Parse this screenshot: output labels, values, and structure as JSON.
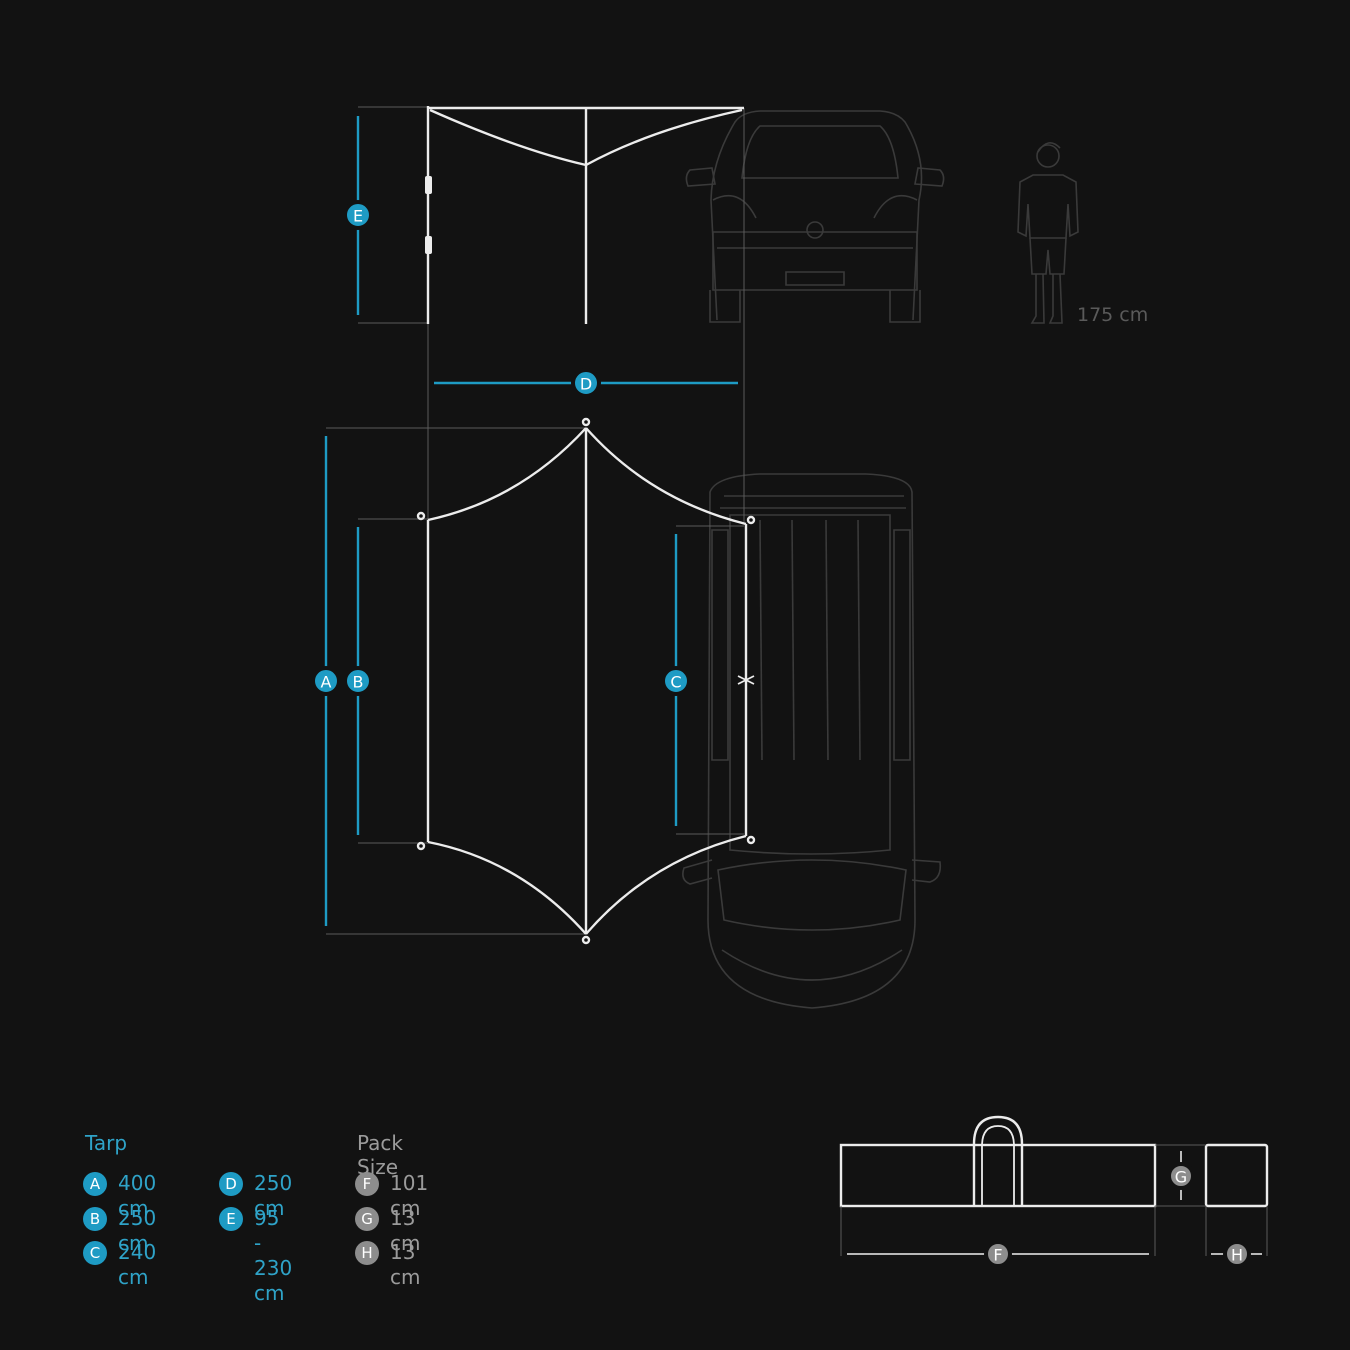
{
  "colors": {
    "background": "#121212",
    "accent_blue": "#1e9bc4",
    "accent_text_blue": "#2fa3c8",
    "pack_gray": "#8d8d8d",
    "line_white": "#ececec",
    "vehicle_line": "#3a3a3a"
  },
  "diagram_labels": {
    "A": "A",
    "B": "B",
    "C": "C",
    "D": "D",
    "E": "E",
    "F": "F",
    "G": "G",
    "H": "H"
  },
  "person": {
    "height_label": "175 cm"
  },
  "legend": {
    "tarp": {
      "title": "Tarp",
      "items": [
        {
          "letter": "A",
          "value": "400 cm"
        },
        {
          "letter": "B",
          "value": "250 cm"
        },
        {
          "letter": "C",
          "value": "240 cm"
        },
        {
          "letter": "D",
          "value": "250 cm"
        },
        {
          "letter": "E",
          "value": "95 -\n230 cm"
        }
      ]
    },
    "pack": {
      "title": "Pack Size",
      "items": [
        {
          "letter": "F",
          "value": "101 cm"
        },
        {
          "letter": "G",
          "value": "13 cm"
        },
        {
          "letter": "H",
          "value": "13 cm"
        }
      ]
    }
  }
}
